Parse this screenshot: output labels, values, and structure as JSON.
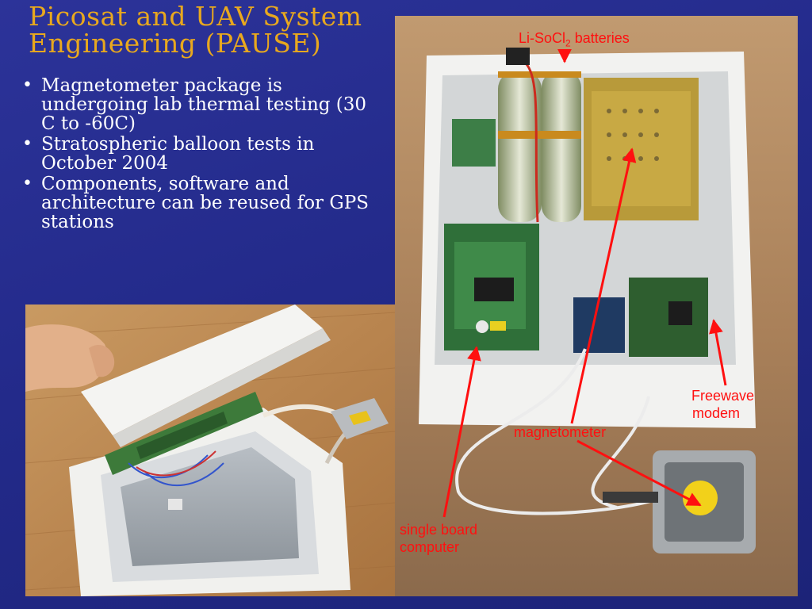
{
  "title": {
    "line1": "Picosat and UAV System",
    "line2": "Engineering (PAUSE)"
  },
  "bullets": [
    "Magnetometer package is undergoing lab thermal testing (30 C to -60C)",
    "Stratospheric balloon tests in October 2004",
    "Components, software and architecture can be reused for GPS stations"
  ],
  "labels": {
    "batteries_main": "Li-SoCl",
    "batteries_sub": "2",
    "batteries_tail": " batteries",
    "modem_line1": "Freewave",
    "modem_line2": "modem",
    "magnetometer": "magnetometer",
    "computer_line1": "single board",
    "computer_line2": "computer"
  },
  "colors": {
    "title": "#e8a81e",
    "background": "#2a3196",
    "annotation": "#ff1010"
  }
}
